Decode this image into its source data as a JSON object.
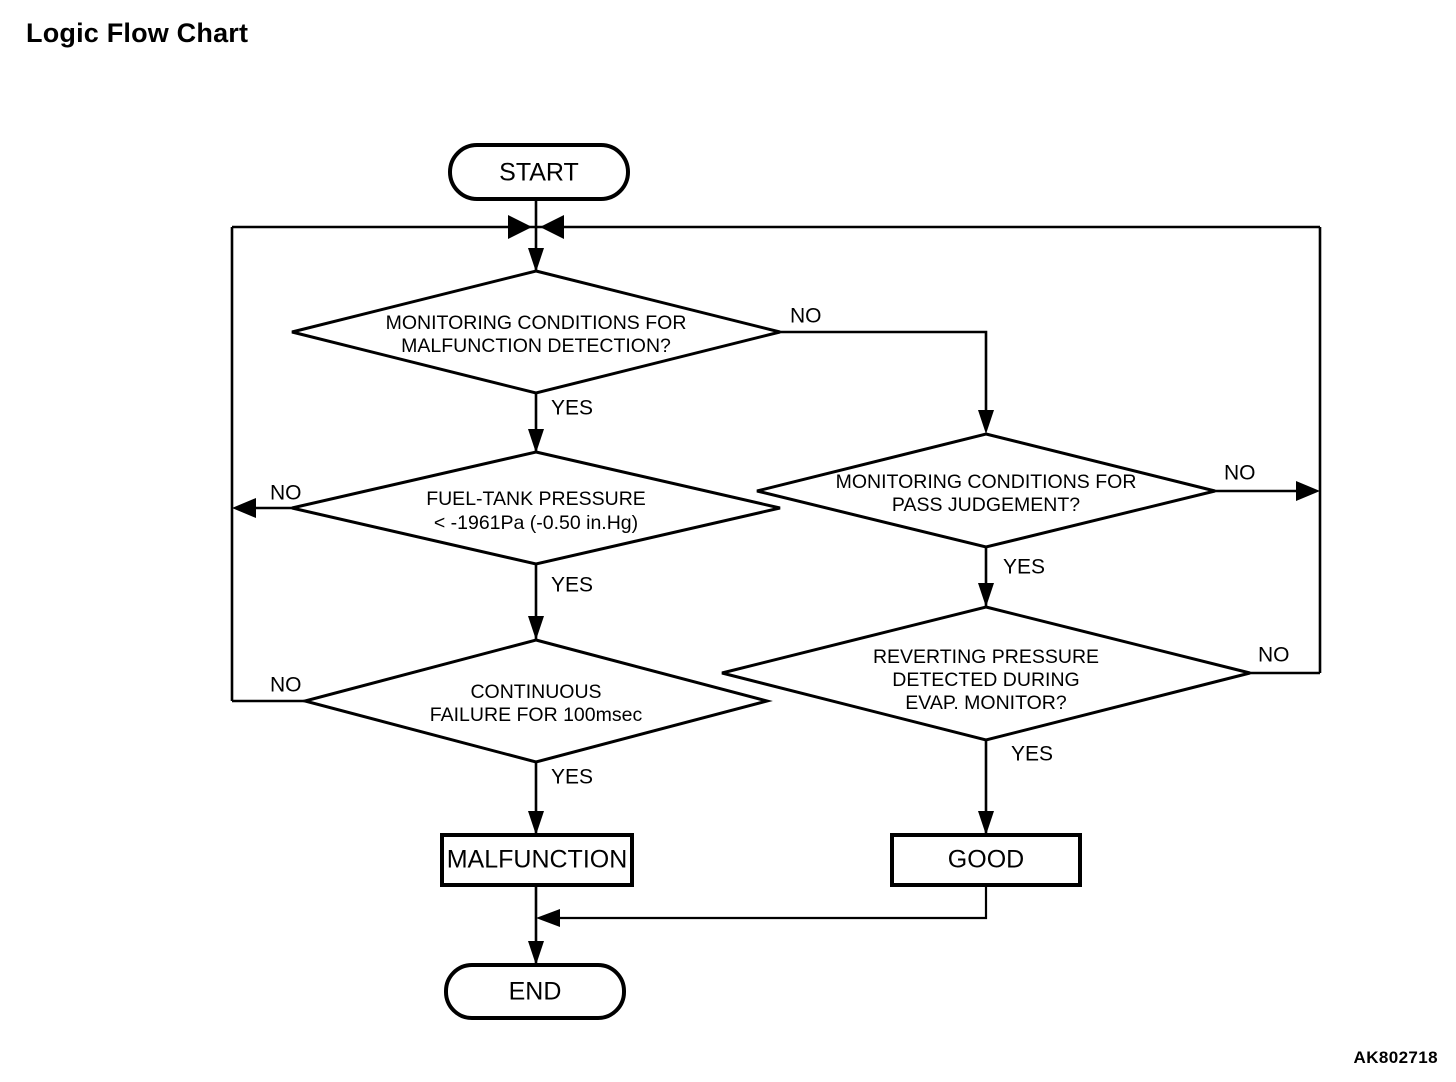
{
  "page": {
    "title": "Logic Flow Chart",
    "figure_id": "AK802718",
    "background_color": "#ffffff",
    "line_color": "#000000"
  },
  "chart_data": {
    "type": "diagram",
    "diagram_kind": "flowchart",
    "title": "Logic Flow Chart",
    "nodes": [
      {
        "id": "start",
        "shape": "stadium",
        "label": "START"
      },
      {
        "id": "d1",
        "shape": "diamond",
        "label_lines": [
          "MONITORING CONDITIONS FOR",
          "MALFUNCTION DETECTION?"
        ]
      },
      {
        "id": "d2",
        "shape": "diamond",
        "label_lines": [
          "FUEL-TANK PRESSURE",
          "< -1961Pa (-0.50 in.Hg)"
        ]
      },
      {
        "id": "d3",
        "shape": "diamond",
        "label_lines": [
          "MONITORING CONDITIONS FOR",
          "PASS JUDGEMENT?"
        ]
      },
      {
        "id": "d4",
        "shape": "diamond",
        "label_lines": [
          "CONTINUOUS",
          "FAILURE FOR 100msec"
        ]
      },
      {
        "id": "d5",
        "shape": "diamond",
        "label_lines": [
          "REVERTING PRESSURE",
          "DETECTED DURING",
          "EVAP. MONITOR?"
        ]
      },
      {
        "id": "malfunction",
        "shape": "rectangle",
        "label": "MALFUNCTION"
      },
      {
        "id": "good",
        "shape": "rectangle",
        "label": "GOOD"
      },
      {
        "id": "end",
        "shape": "stadium",
        "label": "END"
      }
    ],
    "edges": [
      {
        "from": "start",
        "to": "d1",
        "label": ""
      },
      {
        "from": "d1",
        "to": "d2",
        "label": "YES"
      },
      {
        "from": "d1",
        "to": "d3",
        "label": "NO"
      },
      {
        "from": "d2",
        "to": "d4",
        "label": "YES"
      },
      {
        "from": "d2",
        "to": "start-junction",
        "label": "NO"
      },
      {
        "from": "d3",
        "to": "d5",
        "label": "YES"
      },
      {
        "from": "d3",
        "to": "start-junction",
        "label": "NO"
      },
      {
        "from": "d4",
        "to": "malfunction",
        "label": "YES"
      },
      {
        "from": "d4",
        "to": "start-junction",
        "label": "NO"
      },
      {
        "from": "d5",
        "to": "good",
        "label": "YES"
      },
      {
        "from": "d5",
        "to": "start-junction",
        "label": "NO"
      },
      {
        "from": "malfunction",
        "to": "end",
        "label": ""
      },
      {
        "from": "good",
        "to": "end",
        "label": ""
      }
    ]
  },
  "nodes": {
    "start": {
      "label": "START"
    },
    "decision_malfunction_detection": {
      "line1": "MONITORING CONDITIONS FOR",
      "line2": "MALFUNCTION DETECTION?",
      "yes_label": "YES",
      "no_label": "NO"
    },
    "decision_fuel_tank_pressure": {
      "line1": "FUEL-TANK PRESSURE",
      "line2": "< -1961Pa (-0.50 in.Hg)",
      "yes_label": "YES",
      "no_label": "NO"
    },
    "decision_pass_judgement": {
      "line1": "MONITORING CONDITIONS FOR",
      "line2": "PASS JUDGEMENT?",
      "yes_label": "YES",
      "no_label": "NO"
    },
    "decision_continuous_failure": {
      "line1": "CONTINUOUS",
      "line2": "FAILURE FOR 100msec",
      "yes_label": "YES",
      "no_label": "NO"
    },
    "decision_reverting_pressure": {
      "line1": "REVERTING PRESSURE",
      "line2": "DETECTED DURING",
      "line3": "EVAP. MONITOR?",
      "yes_label": "YES",
      "no_label": "NO"
    },
    "result_malfunction": {
      "label": "MALFUNCTION"
    },
    "result_good": {
      "label": "GOOD"
    },
    "end": {
      "label": "END"
    }
  }
}
